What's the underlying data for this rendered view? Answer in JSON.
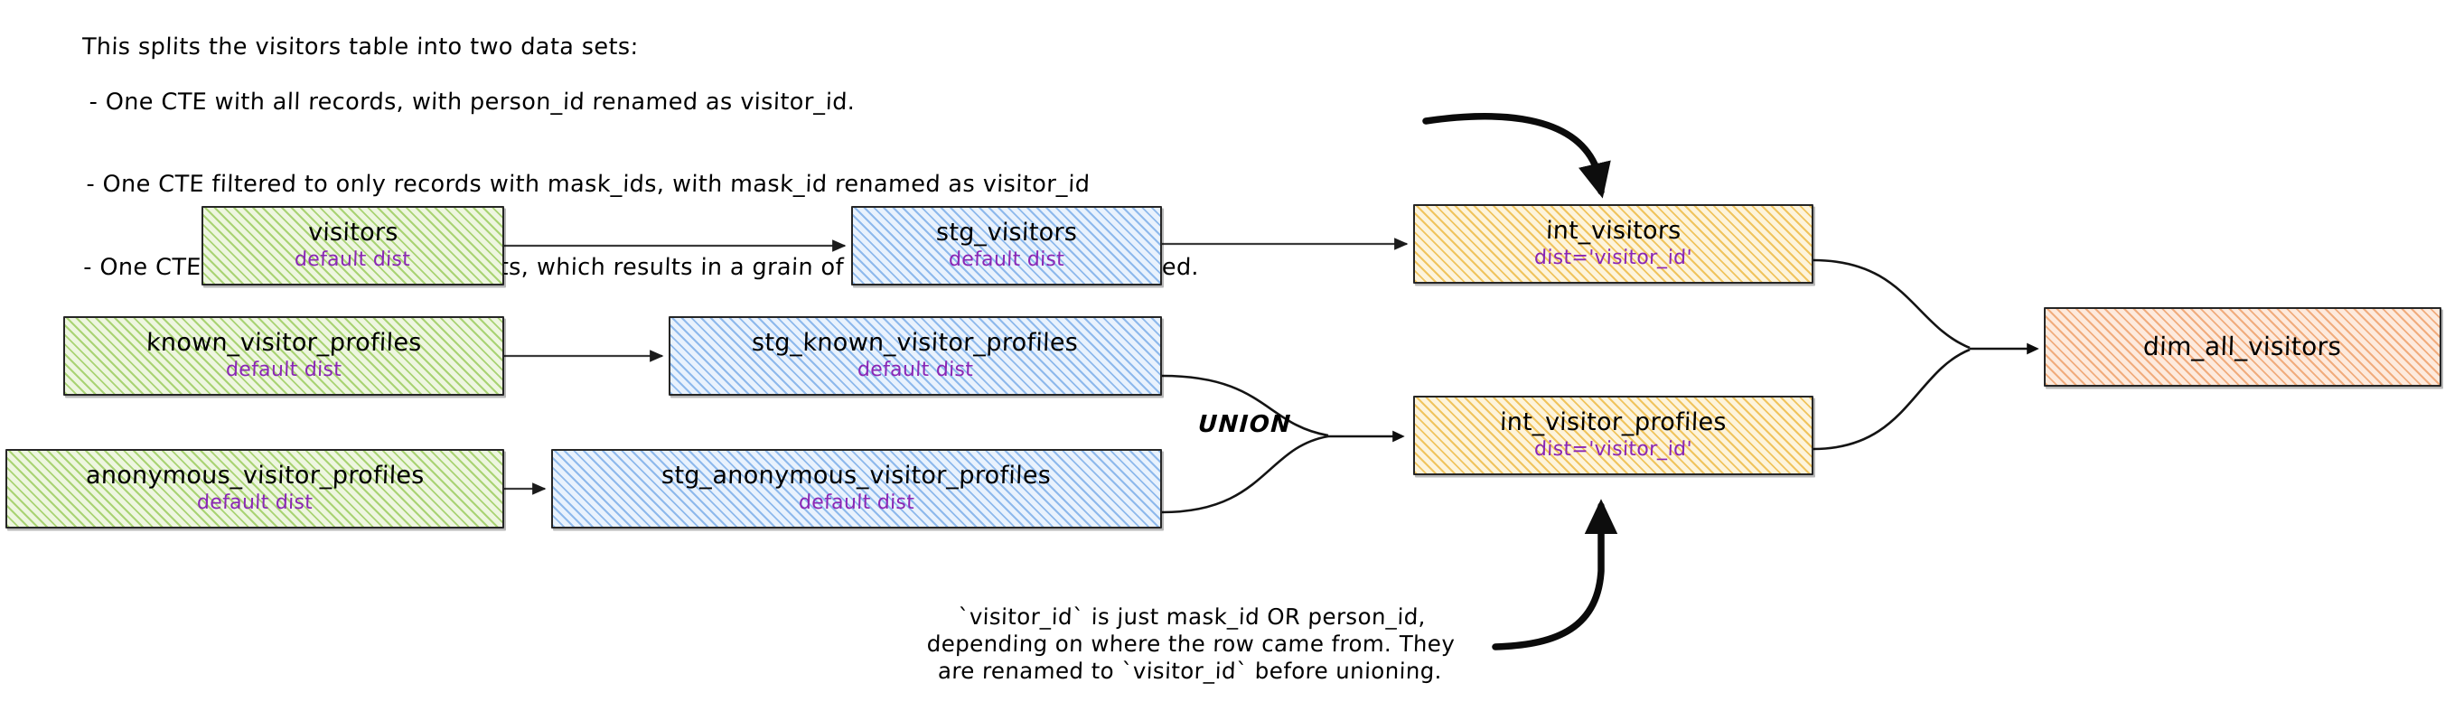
{
  "notes": {
    "top": {
      "heading": "This splits the visitors table into two data sets:",
      "bullets": [
        "- One CTE with all records, with person_id renamed as visitor_id.",
        "- One CTE filtered to only records with mask_ids, with mask_id renamed as visitor_id",
        "- One CTE to union the two data sets, which results in a grain of one row per profile collected."
      ]
    },
    "bottom": {
      "lines": [
        "`visitor_id` is just mask_id OR person_id,",
        "depending on where the row came from. They",
        "are renamed to `visitor_id` before unioning."
      ]
    }
  },
  "edge_labels": {
    "union": "UNION"
  },
  "nodes": {
    "visitors": {
      "title": "visitors",
      "dist": "default dist",
      "layer": "source"
    },
    "known_visitor_profiles": {
      "title": "known_visitor_profiles",
      "dist": "default dist",
      "layer": "source"
    },
    "anonymous_visitor_profiles": {
      "title": "anonymous_visitor_profiles",
      "dist": "default dist",
      "layer": "source"
    },
    "stg_visitors": {
      "title": "stg_visitors",
      "dist": "default dist",
      "layer": "staging"
    },
    "stg_known_visitor_profiles": {
      "title": "stg_known_visitor_profiles",
      "dist": "default dist",
      "layer": "staging"
    },
    "stg_anonymous_visitor_profiles": {
      "title": "stg_anonymous_visitor_profiles",
      "dist": "default dist",
      "layer": "staging"
    },
    "int_visitors": {
      "title": "int_visitors",
      "dist": "dist='visitor_id'",
      "layer": "intermediate"
    },
    "int_visitor_profiles": {
      "title": "int_visitor_profiles",
      "dist": "dist='visitor_id'",
      "layer": "intermediate"
    },
    "dim_all_visitors": {
      "title": "dim_all_visitors",
      "dist": "",
      "layer": "mart"
    }
  },
  "colors": {
    "source_fill": "#eef6e0",
    "source_hatch": "#8cc446",
    "staging_fill": "#e9f2fd",
    "staging_hatch": "#5696e1",
    "intermediate_fill": "#fdf4dc",
    "intermediate_hatch": "#ebb22d",
    "mart_fill": "#fdeadd",
    "mart_hatch": "#e98642",
    "dist_text": "#8a26b5",
    "stroke": "#1b1b1b",
    "background": "#ffffff"
  }
}
